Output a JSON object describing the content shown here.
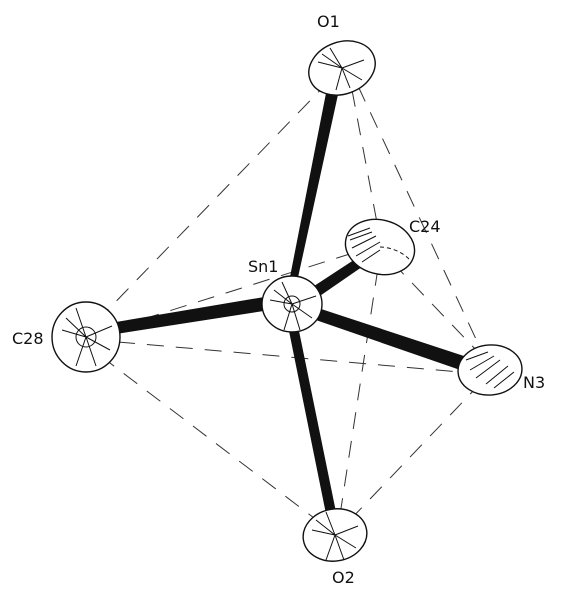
{
  "atoms": [
    {
      "id": "O1",
      "label": "O1"
    },
    {
      "id": "C24",
      "label": "C24"
    },
    {
      "id": "Sn1",
      "label": "Sn1"
    },
    {
      "id": "C28",
      "label": "C28"
    },
    {
      "id": "N3",
      "label": "N3"
    },
    {
      "id": "O2",
      "label": "O2"
    }
  ],
  "bonds": [
    [
      "Sn1",
      "O1"
    ],
    [
      "Sn1",
      "O2"
    ],
    [
      "Sn1",
      "C28"
    ],
    [
      "Sn1",
      "N3"
    ],
    [
      "Sn1",
      "C24"
    ]
  ],
  "polyhedron_edges": [
    [
      "O1",
      "C28"
    ],
    [
      "O1",
      "C24"
    ],
    [
      "O1",
      "N3"
    ],
    [
      "O2",
      "C28"
    ],
    [
      "O2",
      "C24"
    ],
    [
      "O2",
      "N3"
    ],
    [
      "C28",
      "C24"
    ],
    [
      "C28",
      "N3"
    ],
    [
      "C24",
      "N3"
    ]
  ]
}
